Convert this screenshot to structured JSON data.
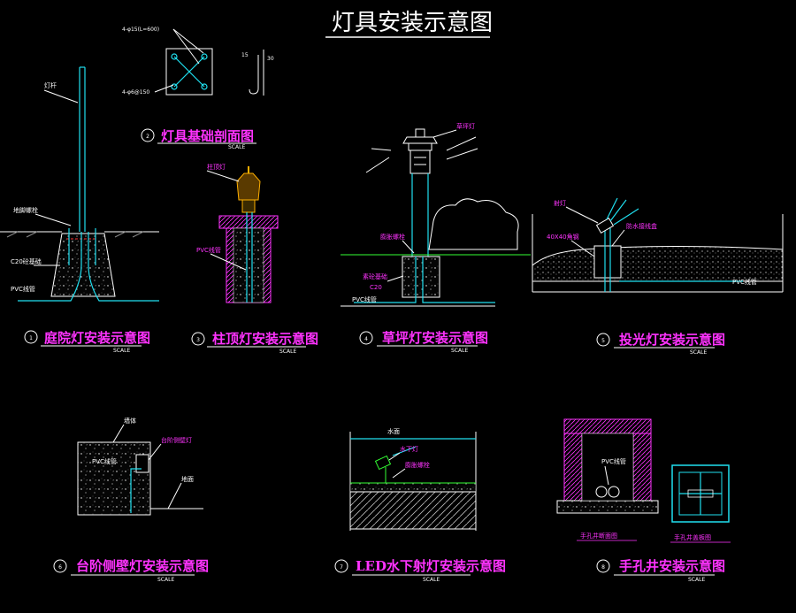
{
  "title": "灯具安装示意图",
  "scale_text": "SCALE",
  "details": {
    "foundation": {
      "num": "2",
      "caption": "灯具基础剖面图",
      "dim1": "4-φ15(L=600)",
      "dim2": "4-φ6@150",
      "dim3": "15",
      "dim4": "30"
    },
    "garden": {
      "num": "1",
      "caption": "庭院灯安装示意图",
      "labels": [
        "灯杆",
        "地脚螺栓",
        "C20砼基础",
        "PVC线管"
      ]
    },
    "column": {
      "num": "3",
      "caption": "柱顶灯安装示意图",
      "labels": [
        "柱顶灯",
        "PVC线管"
      ]
    },
    "lawn": {
      "num": "4",
      "caption": "草坪灯安装示意图",
      "labels": [
        "草坪灯",
        "膨胀螺栓",
        "素砼基础",
        "C20",
        "PVC线管"
      ]
    },
    "spot": {
      "num": "5",
      "caption": "投光灯安装示意图",
      "labels": [
        "射灯",
        "防水接线盒",
        "40X40角钢",
        "PVC线管"
      ]
    },
    "step": {
      "num": "6",
      "caption": "台阶侧壁灯安装示意图",
      "labels": [
        "墙体",
        "台阶侧壁灯",
        "PVC线管",
        "地面"
      ]
    },
    "led": {
      "num": "7",
      "caption": "LED水下射灯安装示意图",
      "labels": [
        "水面",
        "水下灯",
        "膨胀螺栓"
      ]
    },
    "hand": {
      "num": "8",
      "caption": "手孔井安装示意图",
      "sub1": "手孔井断面图",
      "sub2": "手孔井盖板图",
      "labels": [
        "PVC线管"
      ]
    }
  }
}
